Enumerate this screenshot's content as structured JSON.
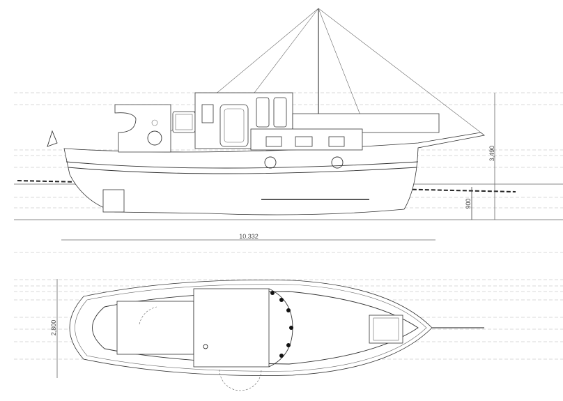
{
  "drawing": {
    "side_view": {
      "height_dimension": "3,490",
      "draft_dimension": "900",
      "length_dimension": "10,332"
    },
    "plan_view": {
      "beam_dimension": "2,800"
    }
  }
}
